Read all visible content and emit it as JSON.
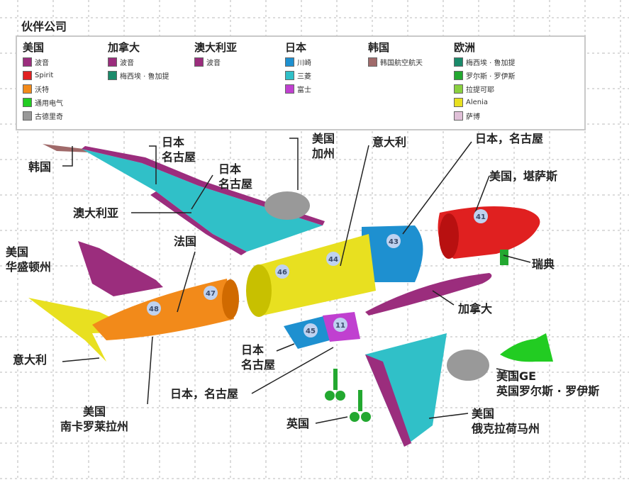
{
  "legend": {
    "title": "伙伴公司",
    "groups": [
      {
        "region": "美国",
        "items": [
          {
            "name": "波音",
            "color": "#9b2d7d"
          },
          {
            "name": "Spirit",
            "color": "#e02020"
          },
          {
            "name": "沃特",
            "color": "#f28a1a"
          },
          {
            "name": "通用电气",
            "color": "#22cc22"
          },
          {
            "name": "古德里奇",
            "color": "#999999"
          }
        ]
      },
      {
        "region": "加拿大",
        "items": [
          {
            "name": "波音",
            "color": "#9b2d7d"
          },
          {
            "name": "梅西埃 · 鲁加提",
            "color": "#1a8a6a"
          }
        ]
      },
      {
        "region": "澳大利亚",
        "items": [
          {
            "name": "波音",
            "color": "#9b2d7d"
          }
        ]
      },
      {
        "region": "日本",
        "items": [
          {
            "name": "川崎",
            "color": "#1e90d0"
          },
          {
            "name": "三菱",
            "color": "#30c0c8"
          },
          {
            "name": "富士",
            "color": "#c040d0"
          }
        ]
      },
      {
        "region": "韩国",
        "items": [
          {
            "name": "韩国航空航天",
            "color": "#a06a6a"
          }
        ]
      },
      {
        "region": "欧洲",
        "items": [
          {
            "name": "梅西埃 · 鲁加提",
            "color": "#1a8a6a"
          },
          {
            "name": "罗尔斯 · 罗伊斯",
            "color": "#23a830"
          },
          {
            "name": "拉提可耶",
            "color": "#8ad040"
          },
          {
            "name": "Alenia",
            "color": "#e8e020"
          },
          {
            "name": "萨博",
            "color": "#e0c0d8"
          }
        ]
      }
    ]
  },
  "callouts": {
    "korea": "韩国",
    "japan_nagoya_a": "日本\n名古屋",
    "japan_nagoya_b": "日本\n名古屋",
    "australia": "澳大利亚",
    "us_california": "美国\n加州",
    "italy_top": "意大利",
    "japan_nagoya_c": "日本，名古屋",
    "us_kansas": "美国，堪萨斯",
    "us_washington": "美国\n华盛顿州",
    "france": "法国",
    "sweden": "瑞典",
    "canada": "加拿大",
    "italy_tail": "意大利",
    "japan_nagoya_d": "日本\n名古屋",
    "us_ge_uk_rr": "美国GE\n英国罗尔斯 · 罗伊斯",
    "japan_nagoya_e": "日本，名古屋",
    "us_south_carolina": "美国\n南卡罗莱拉州",
    "uk": "英国",
    "us_oklahoma": "美国\n俄克拉荷马州"
  },
  "sections": {
    "s41": "41",
    "s43": "43",
    "s44": "44",
    "s46": "46",
    "s47": "47",
    "s48": "48",
    "s45": "45",
    "s11": "11"
  },
  "colors": {
    "boeing": "#9b2d7d",
    "spirit": "#e02020",
    "vought": "#f28a1a",
    "ge": "#22cc22",
    "goodrich": "#999999",
    "kawasaki": "#1e90d0",
    "mitsubishi": "#30c0c8",
    "fuji": "#c040d0",
    "kai": "#a06a6a",
    "rr": "#23a830",
    "alenia": "#e8e020",
    "saab": "#e0c0d8",
    "latecoere": "#8ad040"
  }
}
